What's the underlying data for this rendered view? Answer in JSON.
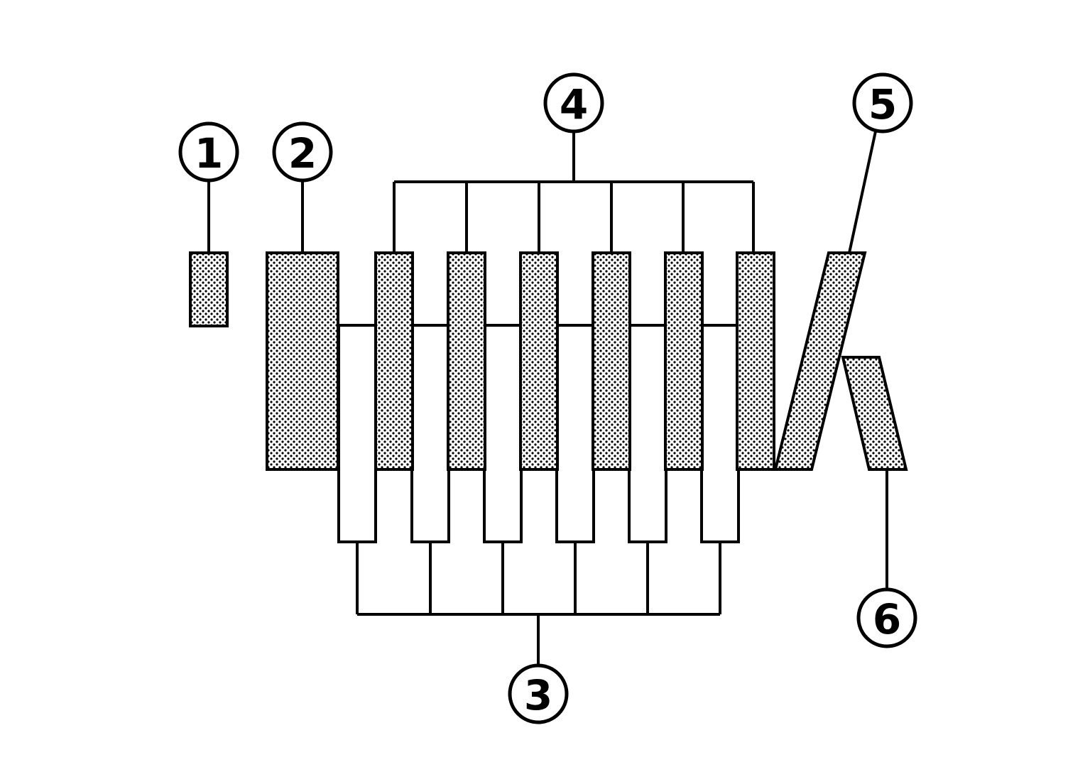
{
  "callouts": [
    {
      "id": "1",
      "label": "1"
    },
    {
      "id": "2",
      "label": "2"
    },
    {
      "id": "3",
      "label": "3"
    },
    {
      "id": "4",
      "label": "4"
    },
    {
      "id": "5",
      "label": "5"
    },
    {
      "id": "6",
      "label": "6"
    }
  ],
  "colors": {
    "stroke": "#000000",
    "background": "#ffffff",
    "dot_fill": "#000000"
  }
}
